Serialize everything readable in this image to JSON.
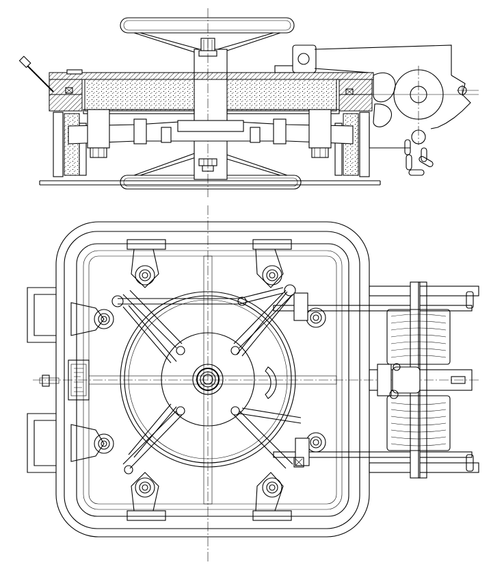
{
  "drawing": {
    "views": [
      {
        "id": "section-view",
        "kind": "side section"
      },
      {
        "id": "plan-view",
        "kind": "top plan"
      }
    ],
    "colors": {
      "line": "#000000",
      "background": "#ffffff"
    },
    "name_plate": {
      "text": ""
    }
  }
}
